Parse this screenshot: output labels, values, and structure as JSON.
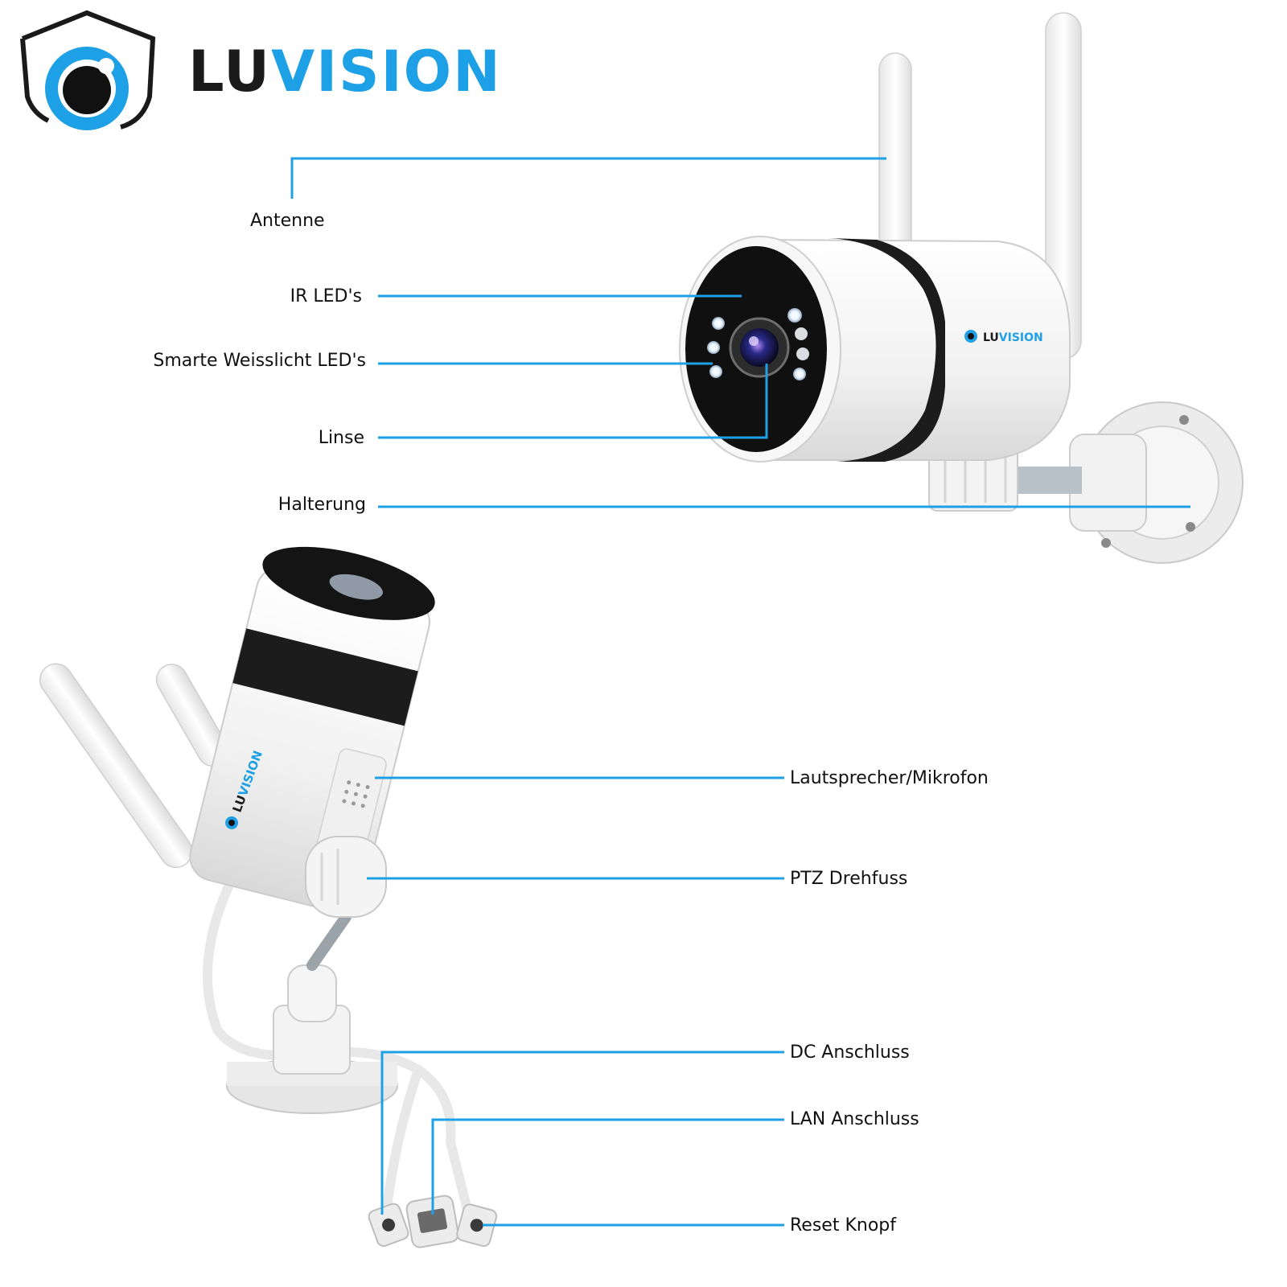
{
  "brand": {
    "name_part1": "LU",
    "name_part2": "VISION",
    "dark_color": "#1a1a1a",
    "accent_color": "#1ea0e6"
  },
  "top_camera_labels": {
    "antenne": "Antenne",
    "ir_leds": "IR LED's",
    "weisslicht_leds": "Smarte Weisslicht LED's",
    "linse": "Linse",
    "halterung": "Halterung"
  },
  "bottom_camera_labels": {
    "lautsprecher": "Lautsprecher/Mikrofon",
    "ptz": "PTZ Drehfuss",
    "dc": "DC Anschluss",
    "lan": "LAN Anschluss",
    "reset": "Reset Knopf"
  },
  "camera_brand_text": {
    "part1": "LU",
    "part2": "VISION"
  },
  "icons": [
    "shield-eye-logo-icon",
    "camera-illustration"
  ],
  "colors": {
    "leader_line": "#1ea0e6",
    "camera_body": "#f4f4f4",
    "camera_band": "#1c1c1c"
  }
}
